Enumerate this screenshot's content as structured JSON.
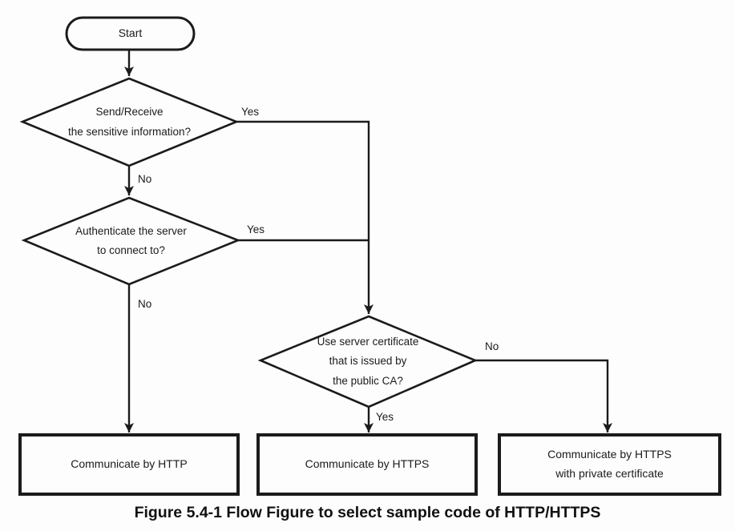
{
  "figure": {
    "caption": "Figure 5.4-1 Flow Figure to select sample code of HTTP/HTTPS"
  },
  "colors": {
    "ink": "#1b1b1b",
    "background": "#fdfdfd"
  },
  "nodes": {
    "start": {
      "label": "Start"
    },
    "decision_sensitive_info": {
      "label": "Send/Receive\nthe sensitive information?"
    },
    "decision_authenticate_server": {
      "label": "Authenticate the server\nto connect to?"
    },
    "decision_public_ca_cert": {
      "label": "Use server certificate\nthat is issued by\nthe public CA?"
    },
    "result_http": {
      "label": "Communicate by HTTP"
    },
    "result_https": {
      "label": "Communicate by HTTPS"
    },
    "result_https_private": {
      "label": "Communicate by HTTPS\nwith private certificate"
    }
  },
  "edge_labels": {
    "sensitive_yes": "Yes",
    "sensitive_no": "No",
    "authenticate_yes": "Yes",
    "authenticate_no": "No",
    "public_ca_no": "No",
    "public_ca_yes": "Yes"
  }
}
